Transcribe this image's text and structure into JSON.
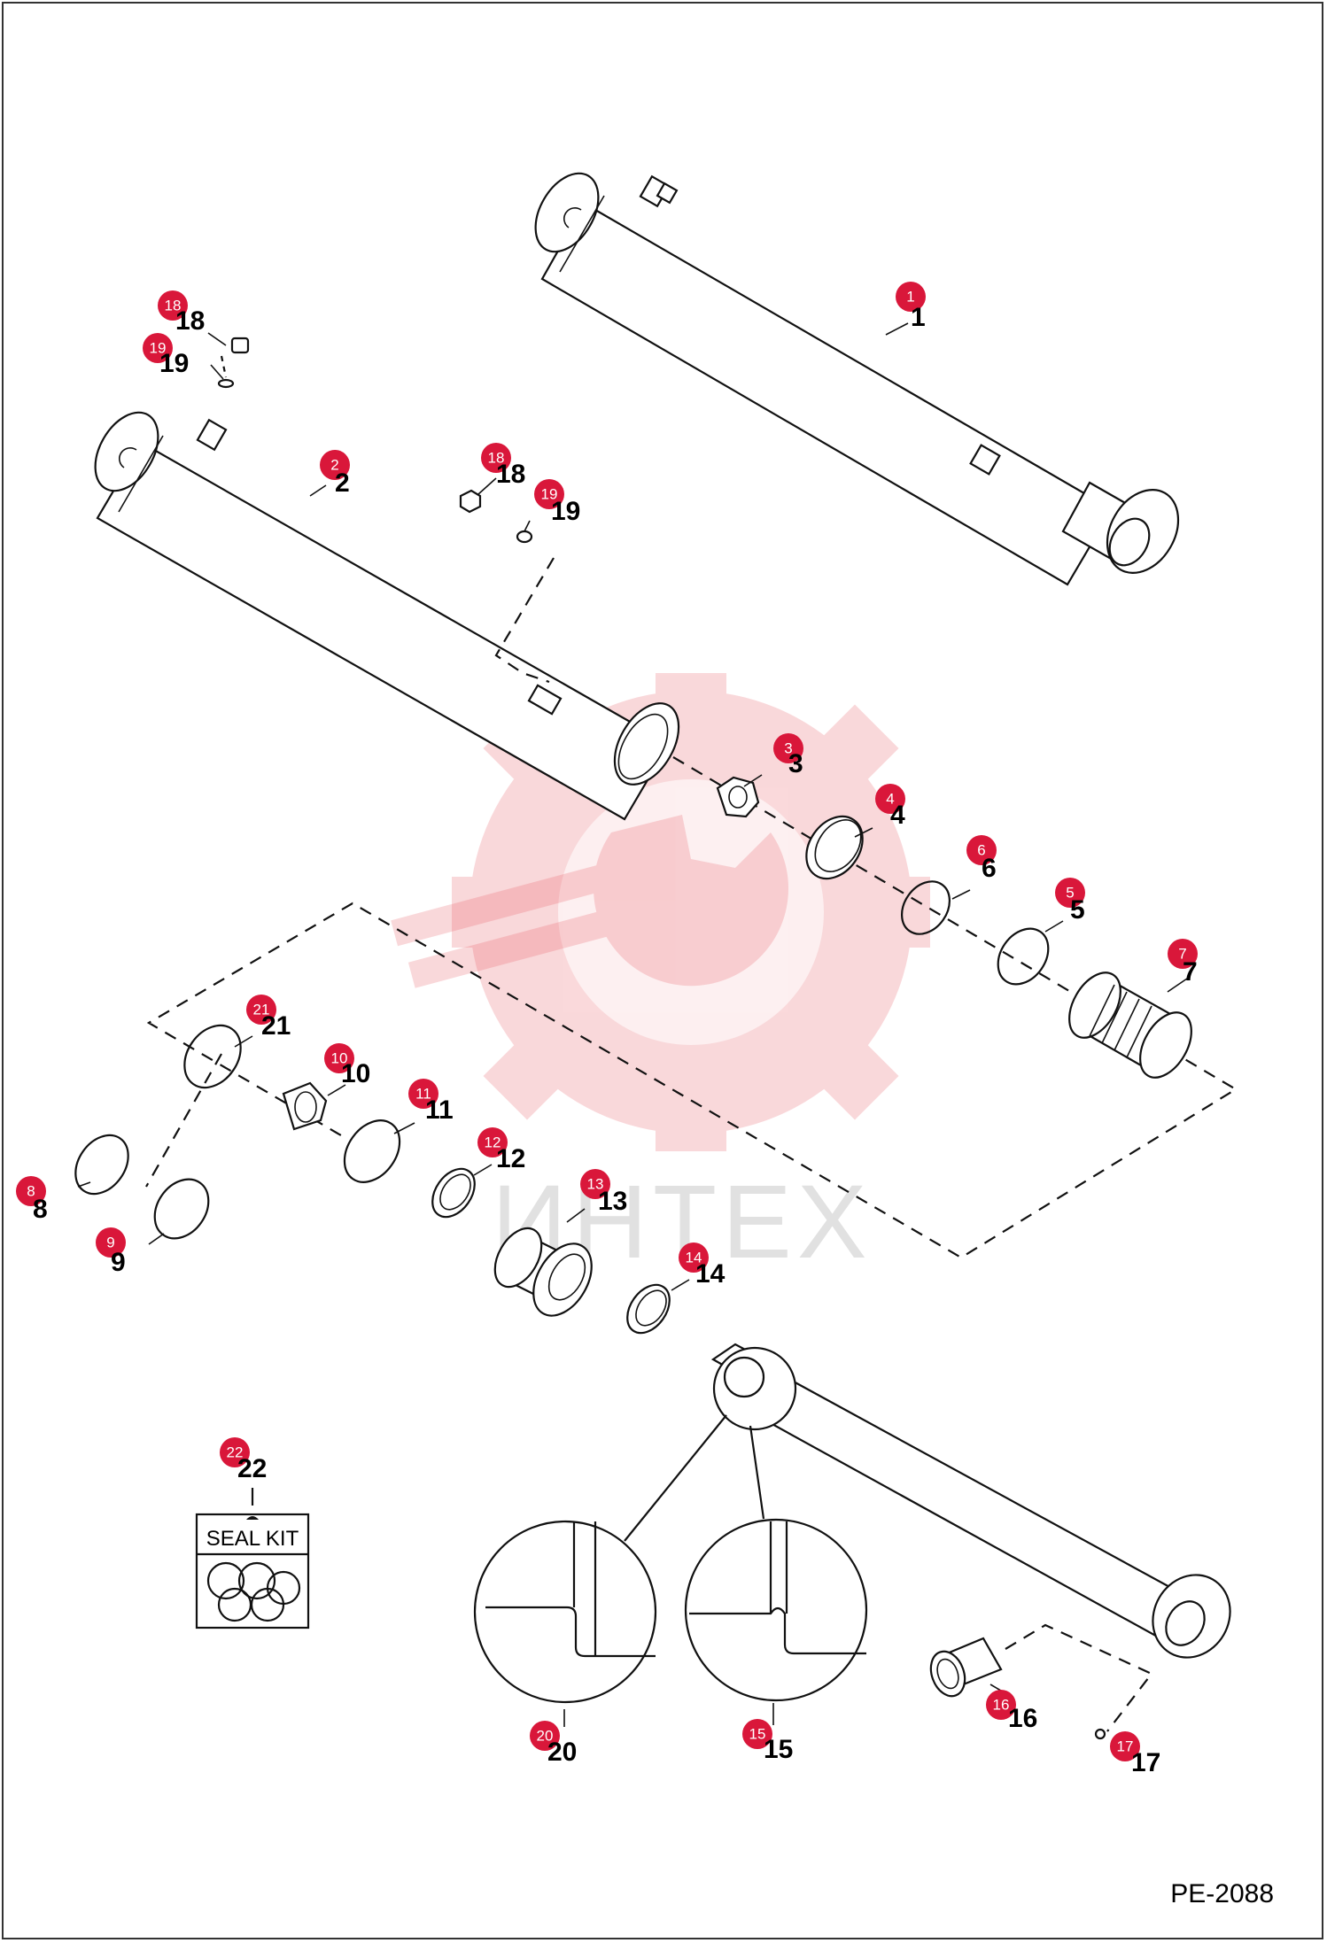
{
  "watermark": {
    "text": "ИНТЕХ",
    "color": "#f6b3b3"
  },
  "accent_color": "#d9173a",
  "drawing_code": "PE-2088",
  "seal_kit": {
    "label": "SEAL KIT"
  },
  "callouts": [
    {
      "id": "c1",
      "badge": "1",
      "label": "1"
    },
    {
      "id": "c2",
      "badge": "2",
      "label": "2"
    },
    {
      "id": "c3",
      "badge": "3",
      "label": "3"
    },
    {
      "id": "c4",
      "badge": "4",
      "label": "4"
    },
    {
      "id": "c5",
      "badge": "5",
      "label": "5"
    },
    {
      "id": "c6",
      "badge": "6",
      "label": "6"
    },
    {
      "id": "c7",
      "badge": "7",
      "label": "7"
    },
    {
      "id": "c8",
      "badge": "8",
      "label": "8"
    },
    {
      "id": "c9",
      "badge": "9",
      "label": "9"
    },
    {
      "id": "c10",
      "badge": "10",
      "label": "10"
    },
    {
      "id": "c11",
      "badge": "11",
      "label": "11"
    },
    {
      "id": "c12",
      "badge": "12",
      "label": "12"
    },
    {
      "id": "c13",
      "badge": "13",
      "label": "13"
    },
    {
      "id": "c14",
      "badge": "14",
      "label": "14"
    },
    {
      "id": "c15",
      "badge": "15",
      "label": "15"
    },
    {
      "id": "c16",
      "badge": "16",
      "label": "16"
    },
    {
      "id": "c17",
      "badge": "17",
      "label": "17"
    },
    {
      "id": "c18a",
      "badge": "18",
      "label": "18"
    },
    {
      "id": "c19a",
      "badge": "19",
      "label": "19"
    },
    {
      "id": "c18b",
      "badge": "18",
      "label": "18"
    },
    {
      "id": "c19b",
      "badge": "19",
      "label": "19"
    },
    {
      "id": "c20",
      "badge": "20",
      "label": "20"
    },
    {
      "id": "c21",
      "badge": "21",
      "label": "21"
    },
    {
      "id": "c22",
      "badge": "22",
      "label": "22"
    }
  ]
}
